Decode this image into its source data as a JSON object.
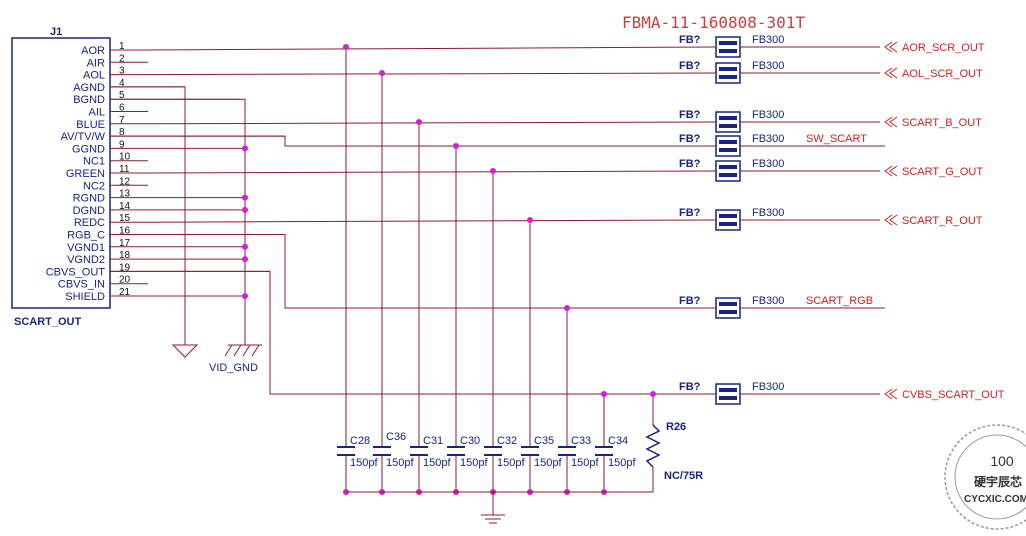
{
  "part_number": "FBMA-11-160808-301T",
  "connector": {
    "ref": "J1",
    "name": "SCART_OUT",
    "pins": [
      {
        "num": "1",
        "name": "AOR"
      },
      {
        "num": "2",
        "name": "AIR"
      },
      {
        "num": "3",
        "name": "AOL"
      },
      {
        "num": "4",
        "name": "AGND"
      },
      {
        "num": "5",
        "name": "BGND"
      },
      {
        "num": "6",
        "name": "AIL"
      },
      {
        "num": "7",
        "name": "BLUE"
      },
      {
        "num": "8",
        "name": "AV/TV/W"
      },
      {
        "num": "9",
        "name": "GGND"
      },
      {
        "num": "10",
        "name": "NC1"
      },
      {
        "num": "11",
        "name": "GREEN"
      },
      {
        "num": "12",
        "name": "NC2"
      },
      {
        "num": "13",
        "name": "RGND"
      },
      {
        "num": "14",
        "name": "DGND"
      },
      {
        "num": "15",
        "name": "REDC"
      },
      {
        "num": "16",
        "name": "RGB_C"
      },
      {
        "num": "17",
        "name": "VGND1"
      },
      {
        "num": "18",
        "name": "VGND2"
      },
      {
        "num": "19",
        "name": "CBVS_OUT"
      },
      {
        "num": "20",
        "name": "CBVS_IN"
      },
      {
        "num": "21",
        "name": "SHIELD"
      }
    ]
  },
  "ferrites": [
    {
      "ref": "FB?",
      "value": "FB300",
      "net": "AOR_SCR_OUT",
      "offpage": true
    },
    {
      "ref": "FB?",
      "value": "FB300",
      "net": "AOL_SCR_OUT",
      "offpage": true
    },
    {
      "ref": "FB?",
      "value": "FB300",
      "net": "SCART_B_OUT",
      "offpage": true
    },
    {
      "ref": "FB?",
      "value": "FB300",
      "net": "SW_SCART",
      "offpage": false
    },
    {
      "ref": "FB?",
      "value": "FB300",
      "net": "SCART_G_OUT",
      "offpage": true
    },
    {
      "ref": "FB?",
      "value": "FB300",
      "net": "SCART_R_OUT",
      "offpage": true
    },
    {
      "ref": "FB?",
      "value": "FB300",
      "net": "SCART_RGB",
      "offpage": false
    },
    {
      "ref": "FB?",
      "value": "FB300",
      "net": "CVBS_SCART_OUT",
      "offpage": true
    }
  ],
  "capacitors": [
    {
      "ref": "C28",
      "value": "150pf"
    },
    {
      "ref": "C36",
      "value": "150pf"
    },
    {
      "ref": "C31",
      "value": "150pf"
    },
    {
      "ref": "C30",
      "value": "150pf"
    },
    {
      "ref": "C32",
      "value": "150pf"
    },
    {
      "ref": "C35",
      "value": "150pf"
    },
    {
      "ref": "C33",
      "value": "150pf"
    },
    {
      "ref": "C34",
      "value": "150pf"
    }
  ],
  "resistor": {
    "ref": "R26",
    "value": "NC/75R"
  },
  "ground_label": "VID_GND",
  "watermark": {
    "percent": "100",
    "name": "硬宇辰芯",
    "site": "CYCXIC.COM"
  },
  "colors": {
    "wire": "#8b1c2c",
    "component": "#1a237e",
    "label": "#1a237e",
    "pin_number": "#111111",
    "net_label_red": "#cc2222",
    "junction": "#d020d0",
    "part_number": "#c94040"
  }
}
